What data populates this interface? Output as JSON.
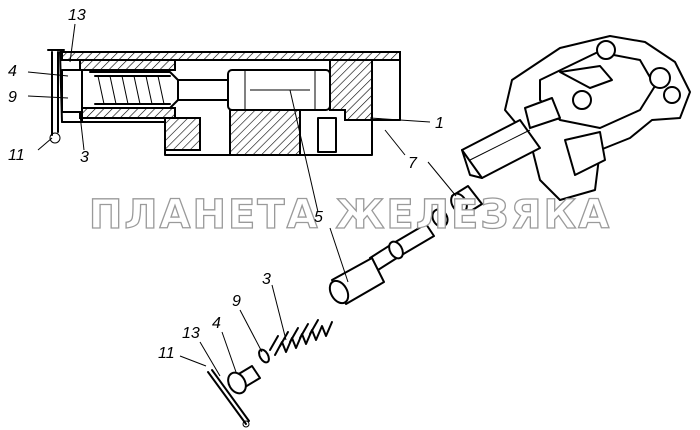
{
  "watermark": "ПЛАНЕТА ЖЕЛЕЗЯКА",
  "callouts": {
    "c13_top": "13",
    "c4_top": "4",
    "c9_top": "9",
    "c11_top": "11",
    "c3_top": "3",
    "c1": "1",
    "c7": "7",
    "c5": "5",
    "c3_bottom": "3",
    "c9_bottom": "9",
    "c4_bottom": "4",
    "c13_bottom": "13",
    "c11_bottom": "11"
  }
}
